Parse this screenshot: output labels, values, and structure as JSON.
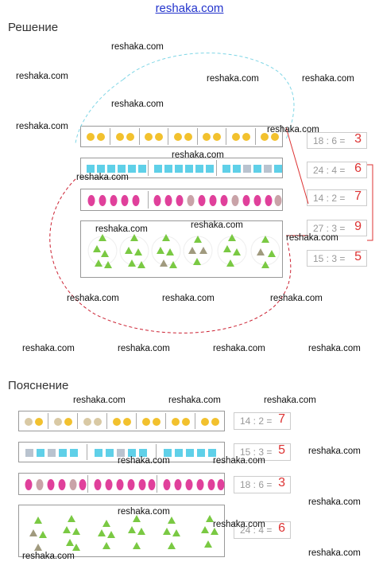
{
  "site_title": "reshaka.com",
  "headings": {
    "solution": "Решение",
    "explanation": "Пояснение"
  },
  "watermark": "reshaka.com",
  "colors": {
    "circle": "#f2c12e",
    "circle_gray": "#d9c9a4",
    "square": "#5fd0e8",
    "square_gray": "#b9c3cf",
    "oval": "#e0409b",
    "oval_gray": "#c9a3a8",
    "triangle": "#7ac943",
    "triangle_gray": "#a09a7e",
    "answer": "#dd3333",
    "dash_red": "#cc2233",
    "dash_cyan": "#7fd6e6"
  },
  "solution_equations": [
    {
      "expr": "18 : 6 =",
      "ans": "3"
    },
    {
      "expr": "24 : 4 =",
      "ans": "6"
    },
    {
      "expr": "14 : 2 =",
      "ans": "7"
    },
    {
      "expr": "27 : 3 =",
      "ans": "9"
    },
    {
      "expr": "15 : 3 =",
      "ans": "5"
    }
  ],
  "explanation_equations": [
    {
      "expr": "14 : 2 =",
      "ans": "7"
    },
    {
      "expr": "15 : 3 =",
      "ans": "5"
    },
    {
      "expr": "18 : 6 =",
      "ans": "3"
    },
    {
      "expr": "24 : 4 =",
      "ans": "6"
    }
  ]
}
